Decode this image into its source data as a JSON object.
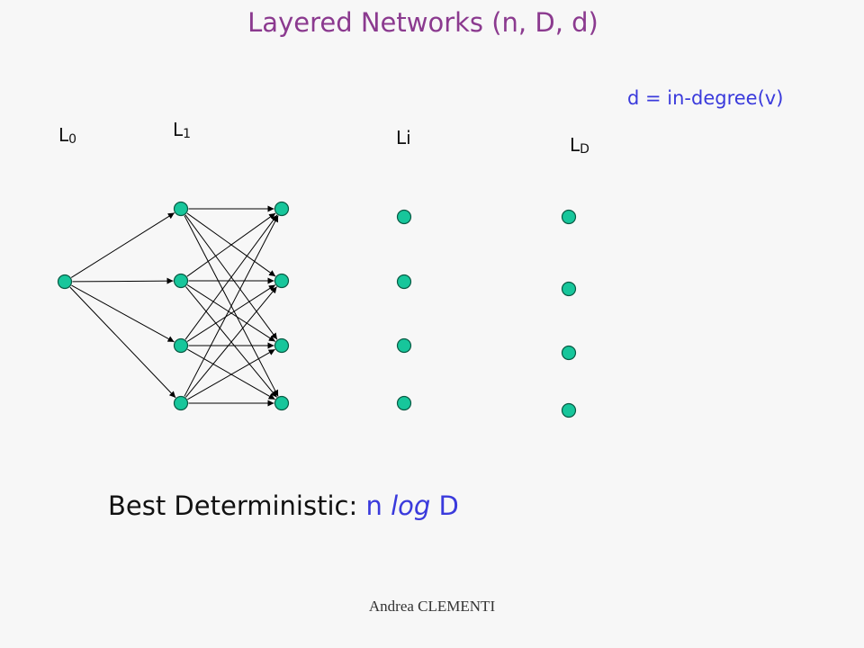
{
  "title": "Layered Networks  (n, D, d)",
  "note": "d = in-degree(v)",
  "layers": {
    "l0": {
      "base": "L",
      "sub": "0"
    },
    "l1": {
      "base": "L",
      "sub": "1"
    },
    "li": {
      "base": "Li",
      "sub": ""
    },
    "ld": {
      "base": "L",
      "sub": "D"
    }
  },
  "formula": {
    "label": "Best Deterministic:",
    "value_prefix": "n ",
    "value_italic": "log",
    "value_suffix": " D"
  },
  "footer": "Andrea CLEMENTI",
  "colors": {
    "node_fill": "#17c69b",
    "node_stroke": "#0a5a44",
    "edge": "#000000",
    "title": "#8b3a8f",
    "accent": "#3a3adc"
  }
}
